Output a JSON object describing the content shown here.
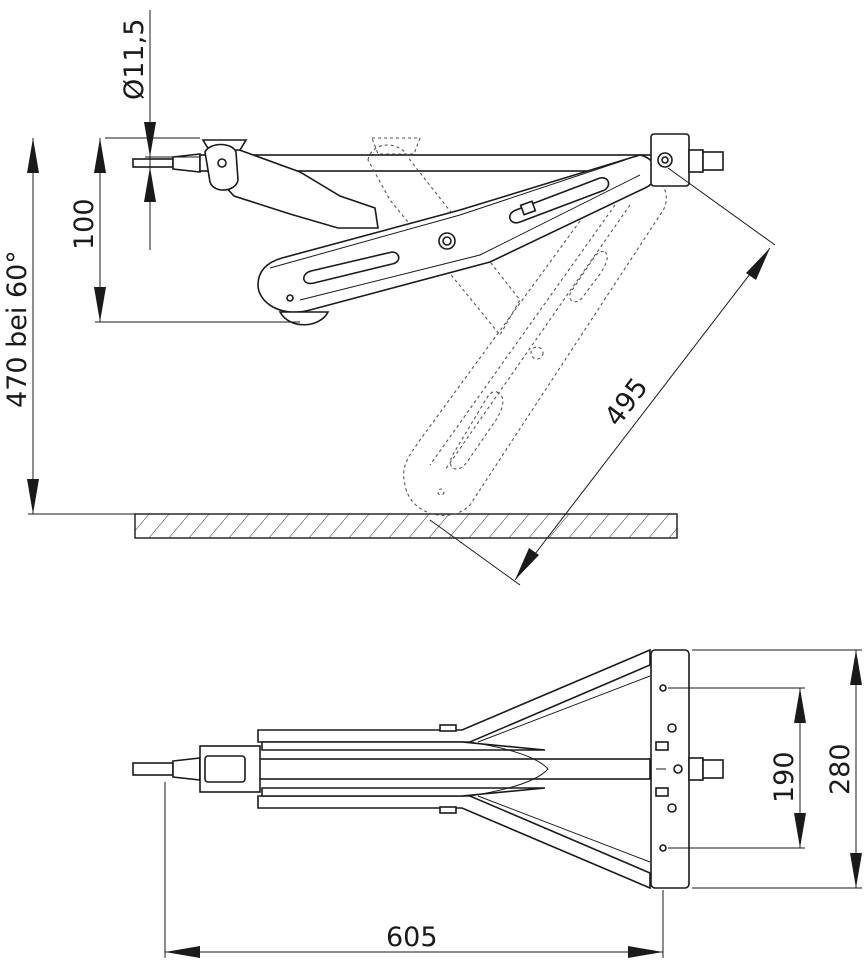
{
  "dimensions": {
    "bolt_diameter": "Ø11,5",
    "crank_height": "100",
    "total_height": "470 bei 60°",
    "arm_length": "495",
    "hole_spacing": "190",
    "plate_width": "280",
    "total_length": "605"
  },
  "colors": {
    "line": "#1a1a1a",
    "hatch": "#1a1a1a",
    "background": "#ffffff"
  }
}
